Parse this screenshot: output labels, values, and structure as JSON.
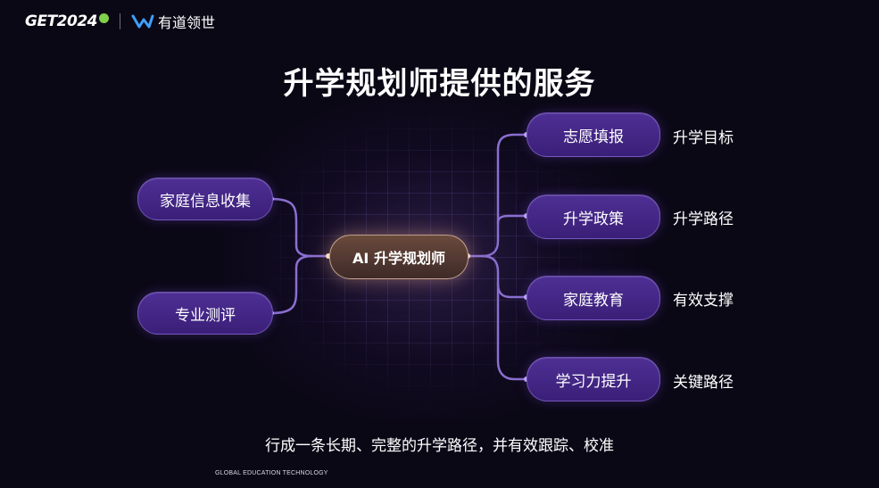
{
  "header": {
    "event_logo": "GET2024",
    "brand_name": "有道领世"
  },
  "title": "升学规划师提供的服务",
  "center_node": "AI 升学规划师",
  "inputs": [
    {
      "label": "家庭信息收集"
    },
    {
      "label": "专业测评"
    }
  ],
  "services": [
    {
      "label": "志愿填报",
      "outcome": "升学目标"
    },
    {
      "label": "升学政策",
      "outcome": "升学路径"
    },
    {
      "label": "家庭教育",
      "outcome": "有效支撑"
    },
    {
      "label": "学习力提升",
      "outcome": "关键路径"
    }
  ],
  "summary": "行成一条长期、完整的升学路径，并有效跟踪、校准",
  "footer": "GLOBAL EDUCATION TECHNOLOGY",
  "colors": {
    "background": "#0b0816",
    "pill_purple": "#4e2f94",
    "center_pill": "#6a4a3c",
    "connector": "#8a6fd0"
  }
}
